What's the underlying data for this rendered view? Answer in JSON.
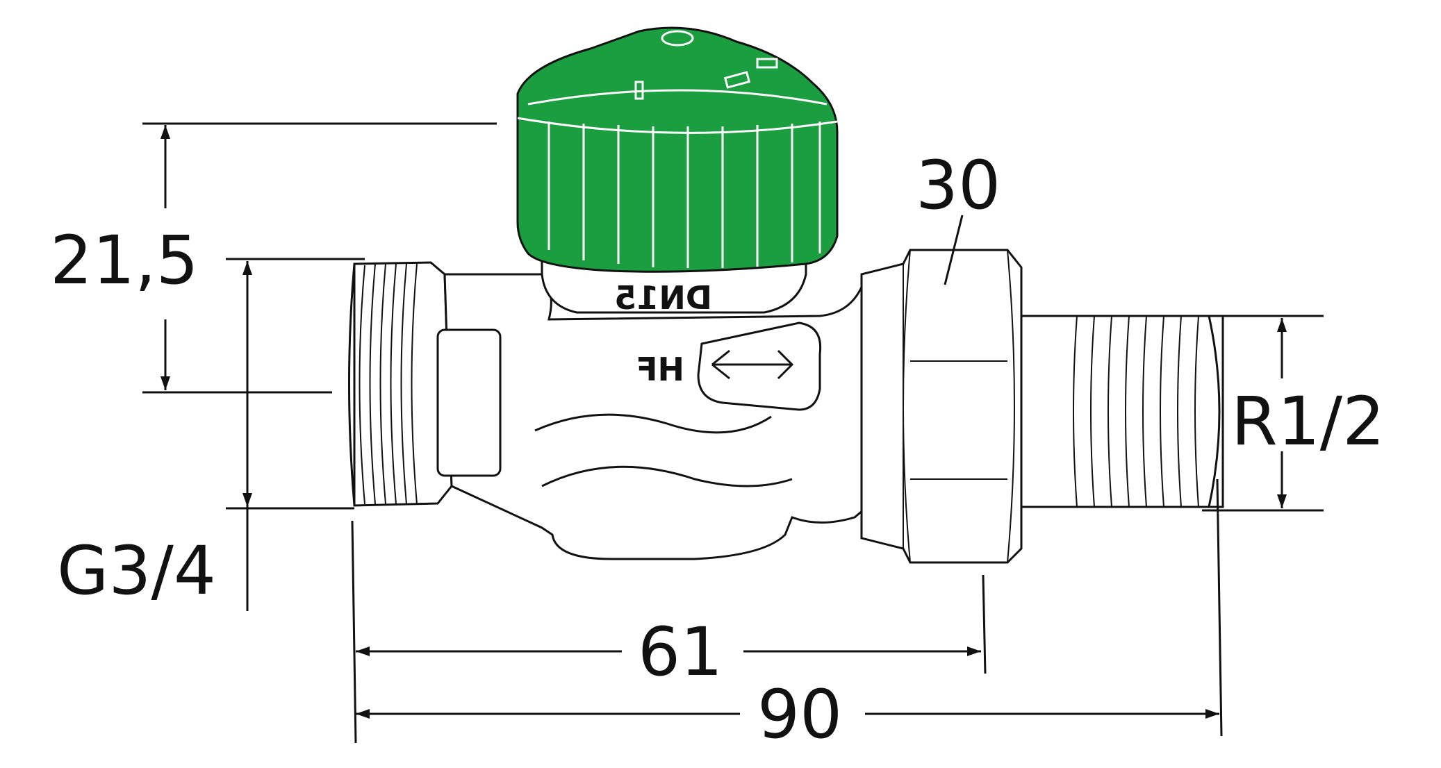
{
  "dimensions": {
    "height_top": "21,5",
    "thread_left": "G3/4",
    "hex_size": "30",
    "thread_right": "R1/2",
    "length_inner": "61",
    "length_total": "90"
  },
  "body_markings": {
    "size": "DN15",
    "type": "HF"
  },
  "colors": {
    "cap": "#1a9e3f",
    "line": "#111111",
    "background": "#ffffff"
  }
}
